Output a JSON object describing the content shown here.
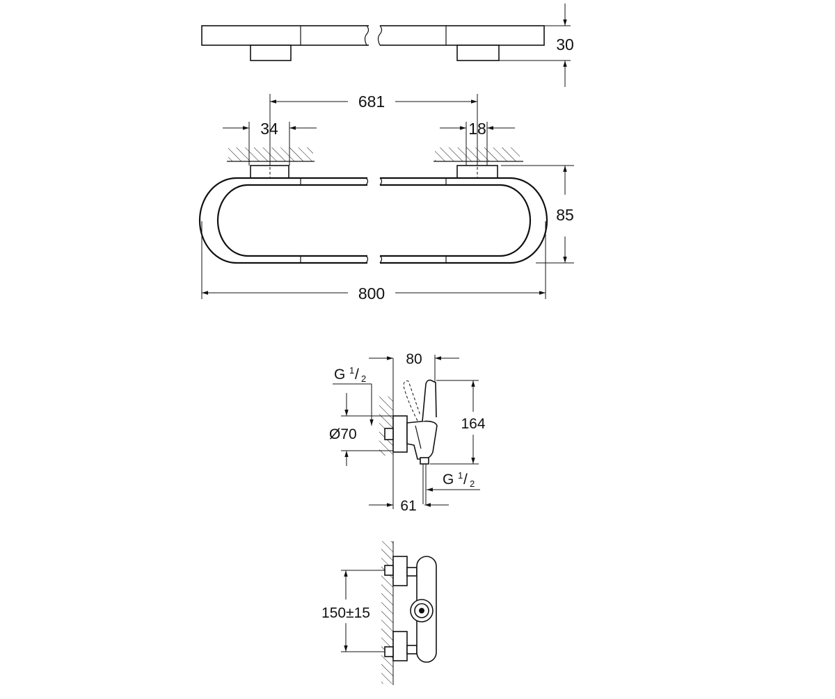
{
  "towel_rail": {
    "top_view_height": "30",
    "center_distance": "681",
    "left_bracket_width": "34",
    "right_bracket_width": "18",
    "depth": "85",
    "overall_length": "800"
  },
  "mixer_side_view": {
    "projection": "80",
    "connection_top": "G",
    "connection_top_num": "1",
    "connection_top_den": "2",
    "escutcheon_diameter": "Ø70",
    "height": "164",
    "connection_bottom": "G",
    "connection_bottom_num": "1",
    "connection_bottom_den": "2",
    "outlet_offset": "61"
  },
  "mixer_front_view": {
    "center_distance": "150±15"
  }
}
